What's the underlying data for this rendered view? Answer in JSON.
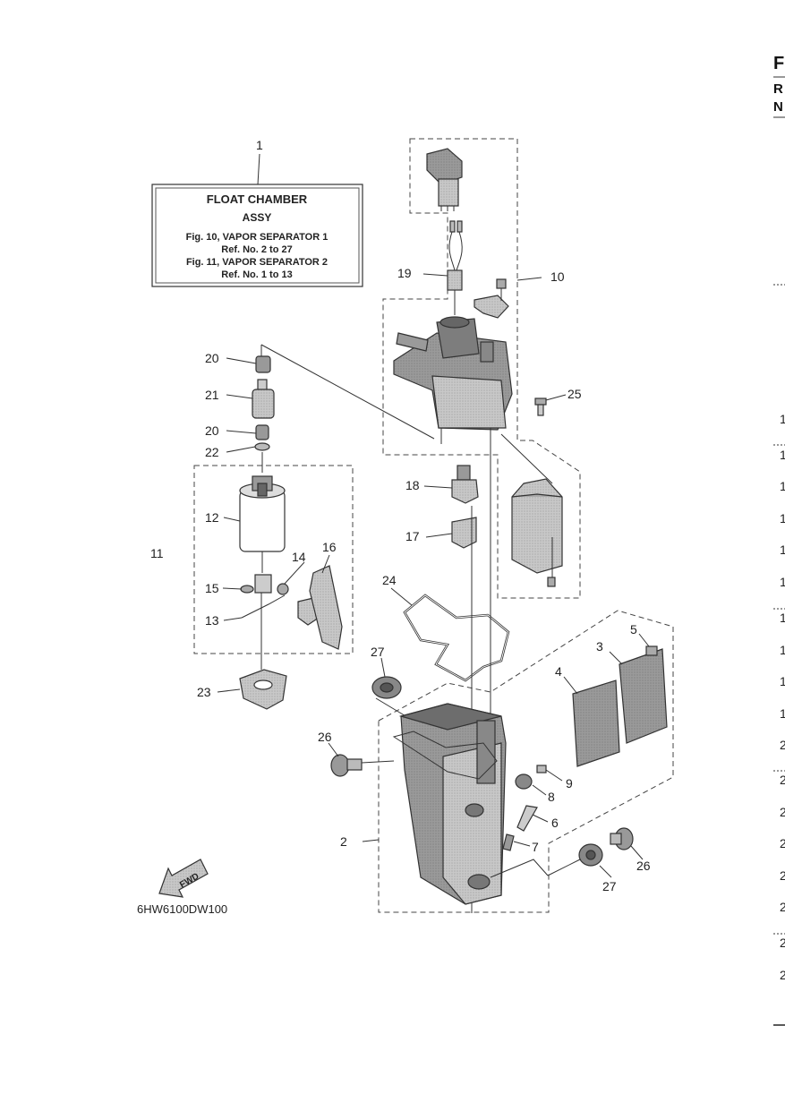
{
  "info_box": {
    "callout": "1",
    "line1": "FLOAT CHAMBER",
    "line2": "ASSY",
    "line3": "Fig. 10, VAPOR SEPARATOR 1",
    "line4": "Ref. No. 2 to 27",
    "line5": "Fig. 11, VAPOR SEPARATOR 2",
    "line6": "Ref. No. 1 to 13"
  },
  "callouts": {
    "c2": "2",
    "c3": "3",
    "c4": "4",
    "c5": "5",
    "c6": "6",
    "c7": "7",
    "c8": "8",
    "c9": "9",
    "c10": "10",
    "c11": "11",
    "c12": "12",
    "c13": "13",
    "c14": "14",
    "c15": "15",
    "c16": "16",
    "c17": "17",
    "c18": "18",
    "c19": "19",
    "c20a": "20",
    "c20b": "20",
    "c21": "21",
    "c22": "22",
    "c23": "23",
    "c24": "24",
    "c25": "25",
    "c26a": "26",
    "c26b": "26",
    "c27a": "27",
    "c27b": "27"
  },
  "fwd_label": "FWD",
  "diagram_code": "6HW6100DW100",
  "edge": {
    "header_letters": [
      "F",
      "R",
      "N"
    ],
    "numbers": [
      "1",
      "1",
      "1",
      "1",
      "1",
      "1",
      "1",
      "1",
      "1",
      "1",
      "2",
      "2",
      "2",
      "2",
      "2",
      "2",
      "2",
      "2"
    ]
  },
  "colors": {
    "line": "#333333",
    "part_fill": "#8a8a8a",
    "part_dark": "#5f5f5f"
  }
}
